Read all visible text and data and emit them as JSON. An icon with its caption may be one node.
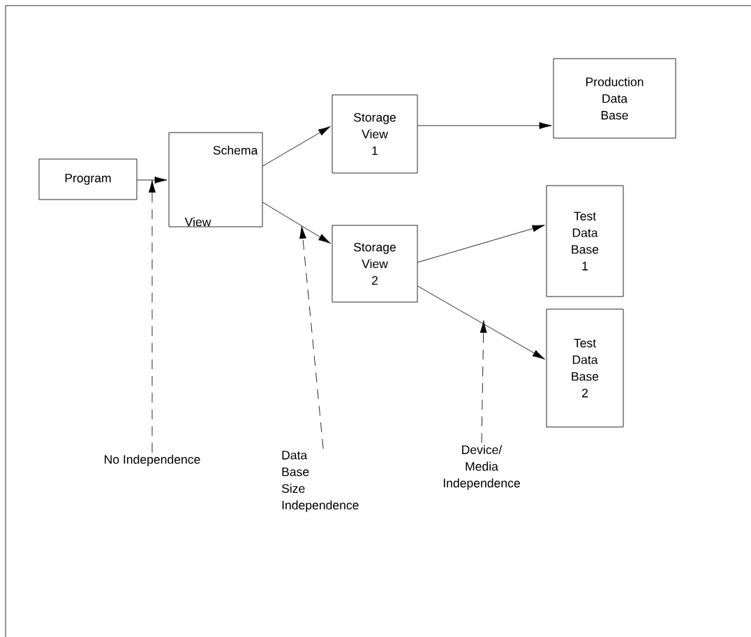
{
  "diagram": {
    "nodes": [
      {
        "text": [
          "Program"
        ]
      },
      {
        "text": [
          "Schema",
          "View"
        ]
      },
      {
        "text": [
          "Storage View 1"
        ]
      },
      {
        "text": [
          "Production Data Base"
        ]
      },
      {
        "text": [
          "Storage View 2"
        ]
      },
      {
        "text": [
          "Test Data Base 1"
        ]
      },
      {
        "text": [
          "Test Data Base 2"
        ]
      },
      {
        "text": [
          "No Independence"
        ]
      },
      {
        "text": [
          "Data Base Size Independence"
        ]
      },
      {
        "text": [
          "Device/ Media Independence"
        ]
      }
    ],
    "edges": [
      {
        "from": 0,
        "to": 1,
        "arrow": "to"
      },
      {
        "from": 1,
        "to": 2,
        "arrow": "to"
      },
      {
        "from": 2,
        "to": 3,
        "arrow": "to"
      },
      {
        "from": 1,
        "to": 4,
        "arrow": "to"
      },
      {
        "from": 4,
        "to": 5,
        "arrow": "to"
      },
      {
        "from": 4,
        "to": 6,
        "arrow": "to"
      },
      {
        "from": 7,
        "to": null,
        "arrow": "to",
        "style": "dashed"
      },
      {
        "from": 8,
        "to": null,
        "arrow": "to",
        "style": "dashed"
      },
      {
        "from": 9,
        "to": null,
        "arrow": "to",
        "style": "dashed"
      }
    ]
  }
}
